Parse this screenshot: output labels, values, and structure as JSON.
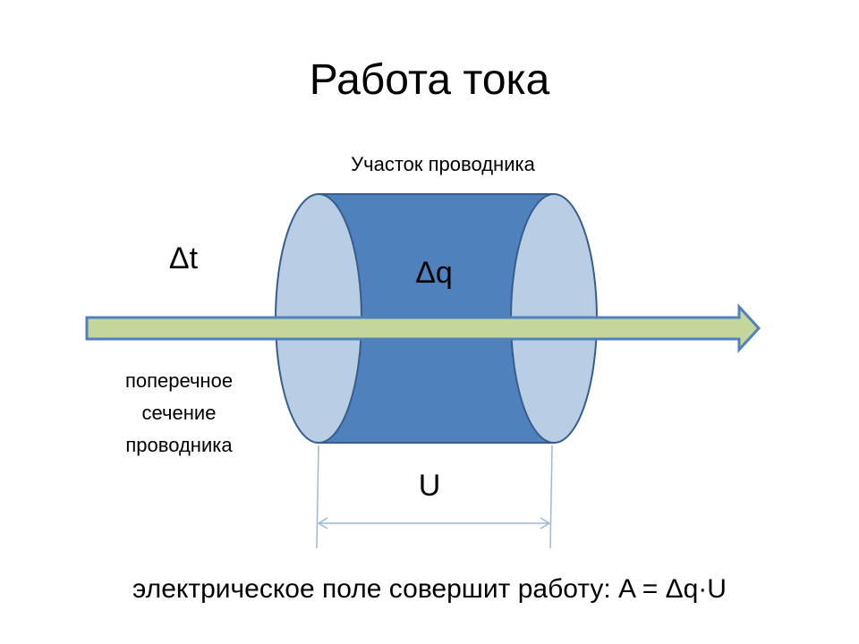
{
  "title": "Работа тока",
  "labels": {
    "segment": "Участок проводника",
    "delta_t": "Δt",
    "delta_q": "Δq",
    "cross_section": [
      "поперечное",
      "сечение",
      "проводника"
    ],
    "voltage": "U"
  },
  "formula": "электрическое поле совершит работу: A = Δq·U",
  "colors": {
    "cylinder_body": "#4f81bd",
    "cylinder_end": "#b9cde5",
    "cylinder_stroke": "#385d8a",
    "arrow_fill": "#c3d69b",
    "arrow_stroke": "#4f81bd",
    "dimension_line": "#9fb8d6"
  }
}
